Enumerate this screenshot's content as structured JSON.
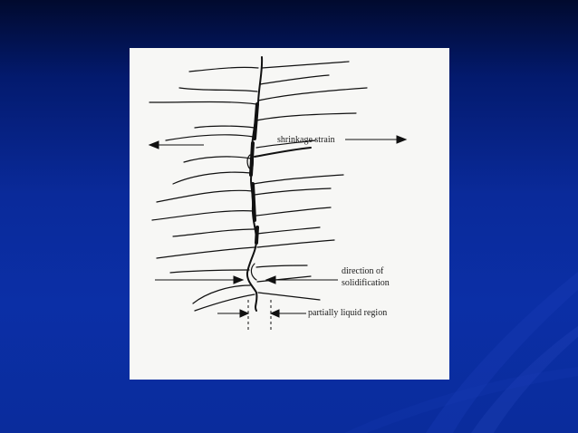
{
  "slide": {
    "background_top": "#010a2e",
    "background_bottom": "#0a2c9c",
    "panel_color": "#f7f7f5"
  },
  "figure": {
    "labels": {
      "shrinkage": "shrinkage strain",
      "direction_line1": "direction of",
      "direction_line2": "solidification",
      "partially_liquid": "partially liquid region"
    },
    "ink_color": "#111111"
  }
}
